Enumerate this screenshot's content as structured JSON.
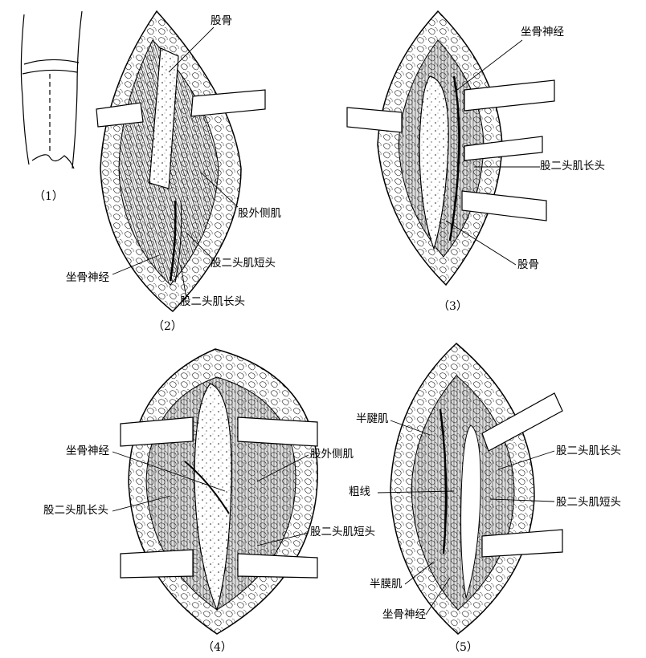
{
  "panels": [
    {
      "id": "1",
      "caption": "（1）",
      "labels": []
    },
    {
      "id": "2",
      "caption": "（2）",
      "labels": [
        "股骨",
        "股外侧肌",
        "股二头肌短头",
        "坐骨神经",
        "股二头肌长头"
      ]
    },
    {
      "id": "3",
      "caption": "（3）",
      "labels": [
        "坐骨神经",
        "股二头肌长头",
        "股骨"
      ]
    },
    {
      "id": "4",
      "caption": "（4）",
      "labels": [
        "坐骨神经",
        "股外侧肌",
        "股二头肌长头",
        "股二头肌短头"
      ]
    },
    {
      "id": "5",
      "caption": "（5）",
      "labels": [
        "半腱肌",
        "股二头肌长头",
        "粗线",
        "股二头肌短头",
        "半膜肌",
        "坐骨神经"
      ]
    }
  ],
  "colors": {
    "ink": "#000000",
    "paper": "#ffffff"
  }
}
